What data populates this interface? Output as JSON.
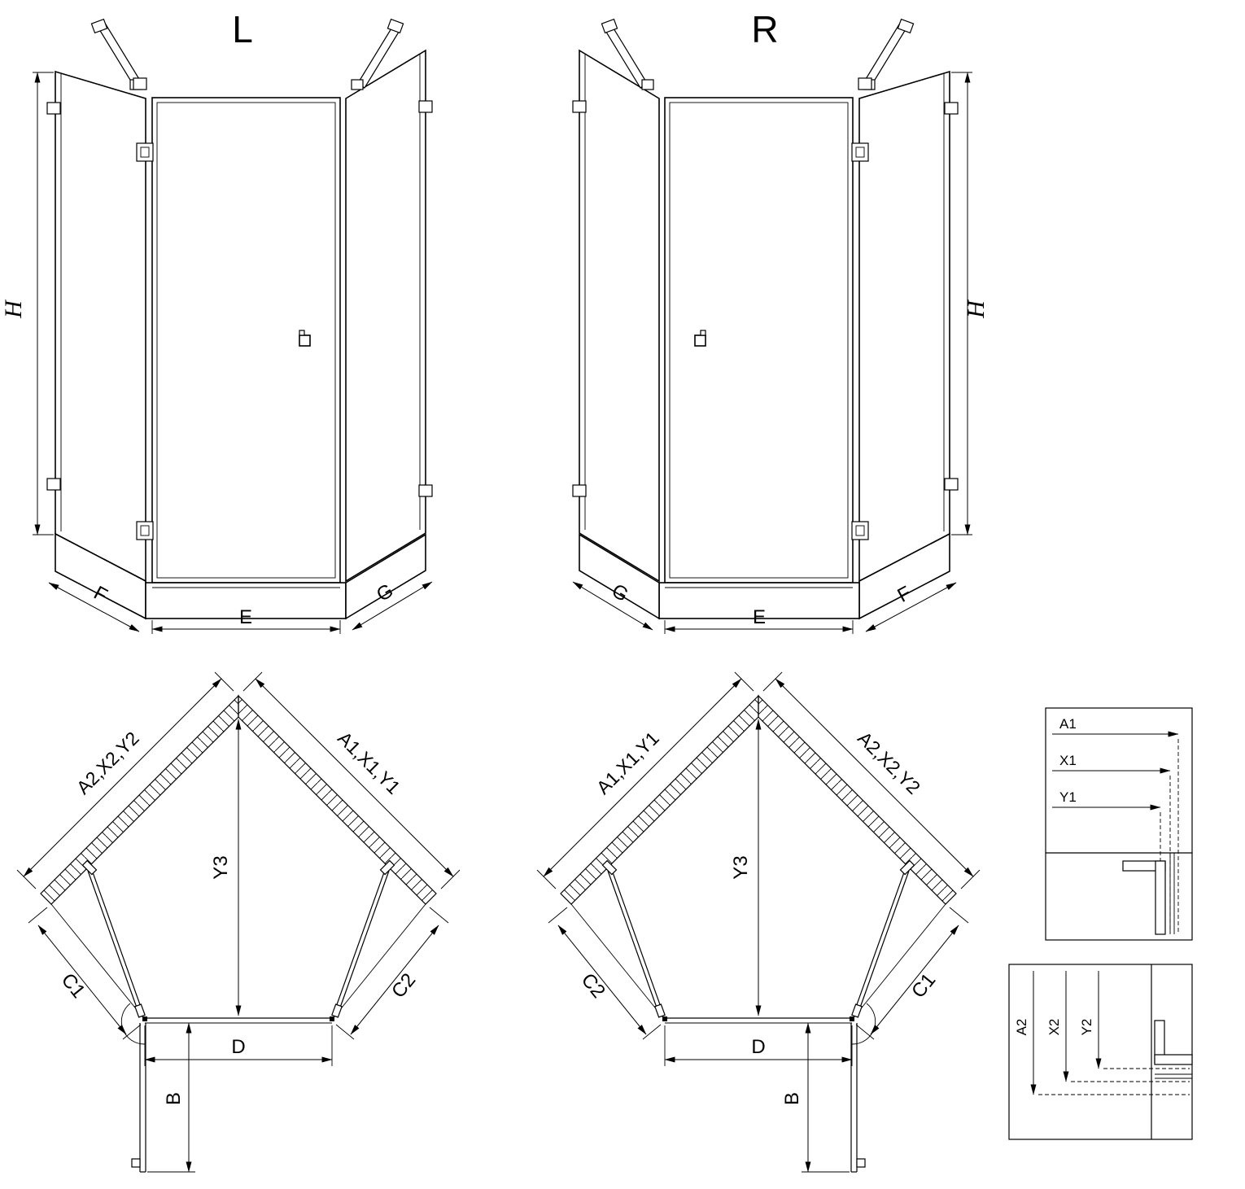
{
  "colors": {
    "line": "#000000",
    "background": "#ffffff"
  },
  "elevation_left": {
    "title": "L",
    "dim_height": "H",
    "dim_left_panel": "F",
    "dim_door": "E",
    "dim_right_panel": "G"
  },
  "elevation_right": {
    "title": "R",
    "dim_height": "H",
    "dim_left_panel": "G",
    "dim_door": "E",
    "dim_right_panel": "F"
  },
  "plan_left": {
    "wall_left": "A2,X2,Y2",
    "wall_right": "A1,X1,Y1",
    "dim_depth": "Y3",
    "dim_side_left": "C1",
    "dim_side_right": "C2",
    "dim_front": "D",
    "dim_door_leaf": "B"
  },
  "plan_right": {
    "wall_left": "A1,X1,Y1",
    "wall_right": "A2,X2,Y2",
    "dim_depth": "Y3",
    "dim_side_left": "C2",
    "dim_side_right": "C1",
    "dim_front": "D",
    "dim_door_leaf": "B"
  },
  "detail_top": {
    "dim_a": "A1",
    "dim_x": "X1",
    "dim_y": "Y1"
  },
  "detail_bottom": {
    "dim_a": "A2",
    "dim_x": "X2",
    "dim_y": "Y2"
  }
}
